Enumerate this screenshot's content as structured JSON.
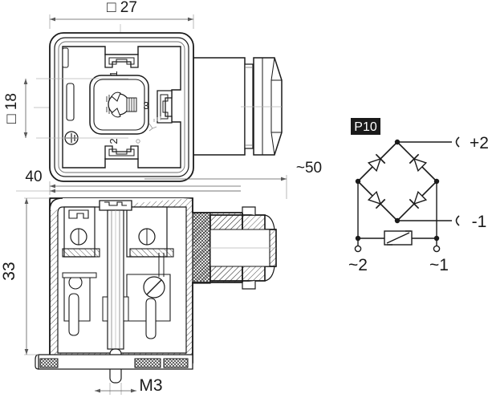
{
  "drawing": {
    "title": "Binder series 43 valve connector technical drawing",
    "views": [
      {
        "name": "front-view",
        "label": "front view of valve connector"
      },
      {
        "name": "section-view",
        "label": "sectional side view of valve connector"
      },
      {
        "name": "circuit-diagram",
        "label": "bridge rectifier contact arrangement"
      }
    ]
  },
  "dimensions": {
    "width_top": "□ 27",
    "width_top_value": "27",
    "height_left": "□ 18",
    "height_left_value": "18",
    "depth_left": "40",
    "height_section": "33",
    "length_total": "~50",
    "thread": "M3"
  },
  "front_view": {
    "contacts": [
      {
        "name": "contact-1",
        "label": "1"
      },
      {
        "name": "contact-2",
        "label": "2"
      },
      {
        "name": "contact-3",
        "label": "3"
      }
    ],
    "ground_symbol": "earth-ground-icon"
  },
  "circuit": {
    "badge": "P10",
    "badge_bg": "#1a1a1a",
    "badge_fg": "#ffffff",
    "terminals": [
      {
        "name": "terminal-plus-2",
        "label": "+2"
      },
      {
        "name": "terminal-minus-1",
        "label": "-1"
      },
      {
        "name": "terminal-ac-2",
        "label": "~2"
      },
      {
        "name": "terminal-ac-1",
        "label": "~1"
      }
    ],
    "components": [
      {
        "name": "diode-bridge",
        "label": "bridge rectifier, 4 diodes"
      },
      {
        "name": "varistor",
        "label": "varistor"
      }
    ]
  },
  "colors": {
    "line": "#1a1a1a",
    "thin": "#6e6e6e",
    "centerline": "#9a9a9a",
    "fill": "#ffffff",
    "hatch": "#2b2b2b"
  }
}
